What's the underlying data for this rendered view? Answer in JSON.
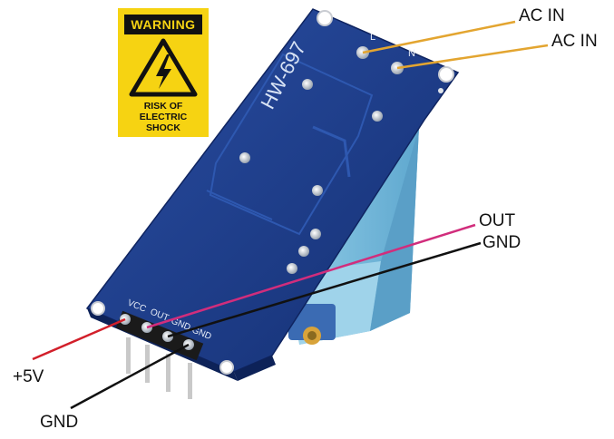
{
  "warning_sign": {
    "heading": "WARNING",
    "line1": "RISK OF",
    "line2": "ELECTRIC",
    "line3": "SHOCK",
    "icon": "high-voltage-icon",
    "background_color": "#f6d312"
  },
  "board": {
    "model": "HW-697",
    "pcb_color": "#1b3d8c",
    "transformer_color": "#7fc1e0",
    "ac_terminals": [
      "L",
      "N"
    ],
    "header_pins": [
      "VCC",
      "OUT",
      "GND",
      "GND"
    ]
  },
  "wire_labels": {
    "ac_in_1": "AC IN",
    "ac_in_2": "AC IN",
    "out": "OUT",
    "gnd_top": "GND",
    "vcc": "+5V",
    "gnd_bottom": "GND"
  },
  "wire_colors": {
    "ac": "#e3a530",
    "out": "#d12d7c",
    "vcc": "#d21f2a",
    "gnd": "#111111"
  }
}
